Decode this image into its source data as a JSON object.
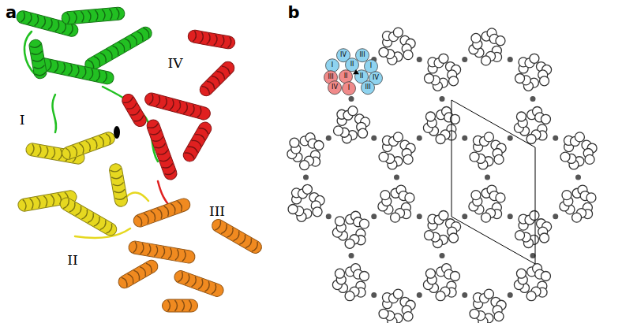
{
  "diagram": {
    "labels": [
      "a",
      "I",
      "IV",
      "II",
      "III",
      "b",
      "IV",
      "III",
      "I",
      "II",
      "I",
      "II",
      "IV",
      "III",
      "III",
      "II",
      "IV",
      "I"
    ]
  }
}
